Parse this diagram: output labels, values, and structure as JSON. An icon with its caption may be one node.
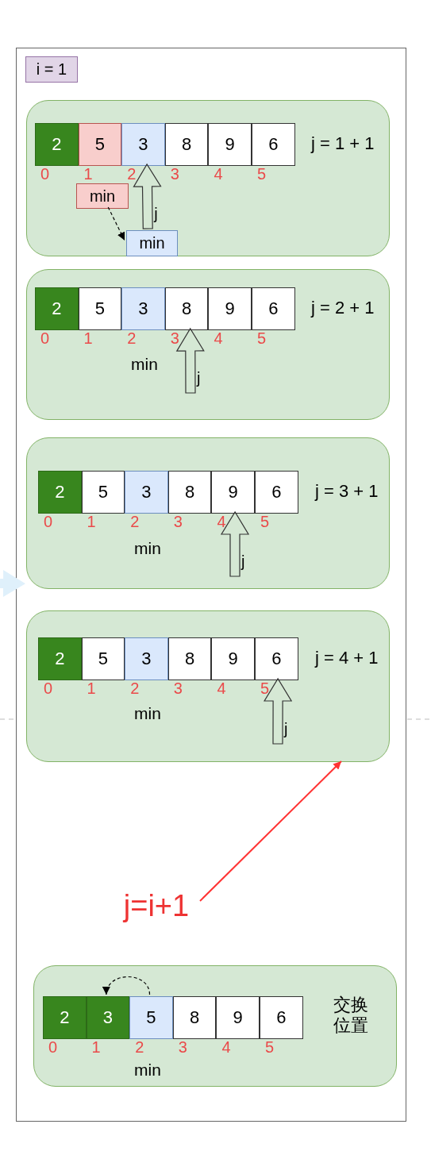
{
  "diagram": {
    "nodes": [
      {
        "text": [],
        "shape": "box"
      },
      {
        "text": [
          "i = 1"
        ],
        "in": 0
      },
      {
        "text": [
          "j = 1 + 1"
        ],
        "in": 0
      },
      {
        "text": [
          "2"
        ],
        "in": 2,
        "beside": [
          "0"
        ]
      },
      {
        "text": [
          "5"
        ],
        "in": 2,
        "beside": [
          "1"
        ]
      },
      {
        "text": [
          "3"
        ],
        "in": 2,
        "beside": [
          "2"
        ]
      },
      {
        "text": [
          "8"
        ],
        "in": 2,
        "beside": [
          "3"
        ]
      },
      {
        "text": [
          "9"
        ],
        "in": 2,
        "beside": [
          "4"
        ]
      },
      {
        "text": [
          "6"
        ],
        "in": 2,
        "beside": [
          "5"
        ]
      },
      {
        "text": [
          "min"
        ],
        "in": 2
      },
      {
        "text": [
          "min"
        ],
        "in": 2
      },
      {
        "text": [
          "j = 2 + 1",
          "min"
        ],
        "in": 0
      },
      {
        "text": [
          "2"
        ],
        "in": 11,
        "beside": [
          "0"
        ]
      },
      {
        "text": [
          "5"
        ],
        "in": 11,
        "beside": [
          "1"
        ]
      },
      {
        "text": [
          "3"
        ],
        "in": 11,
        "beside": [
          "2"
        ]
      },
      {
        "text": [
          "8"
        ],
        "in": 11,
        "beside": [
          "3"
        ]
      },
      {
        "text": [
          "9"
        ],
        "in": 11,
        "beside": [
          "4"
        ]
      },
      {
        "text": [
          "6"
        ],
        "in": 11,
        "beside": [
          "5"
        ]
      },
      {
        "text": [
          "j = 3 + 1",
          "min"
        ],
        "in": 0
      },
      {
        "text": [
          "2"
        ],
        "in": 18,
        "beside": [
          "0"
        ]
      },
      {
        "text": [
          "5"
        ],
        "in": 18,
        "beside": [
          "1"
        ]
      },
      {
        "text": [
          "3"
        ],
        "in": 18,
        "beside": [
          "2"
        ]
      },
      {
        "text": [
          "8"
        ],
        "in": 18,
        "beside": [
          "3"
        ]
      },
      {
        "text": [
          "9"
        ],
        "in": 18,
        "beside": [
          "4"
        ]
      },
      {
        "text": [
          "6"
        ],
        "in": 18,
        "beside": [
          "5"
        ]
      },
      {
        "text": [
          "j = 4 + 1",
          "min"
        ],
        "in": 0
      },
      {
        "text": [
          "2"
        ],
        "in": 25,
        "beside": [
          "0"
        ]
      },
      {
        "text": [
          "5"
        ],
        "in": 25,
        "beside": [
          "1"
        ]
      },
      {
        "text": [
          "3"
        ],
        "in": 25,
        "beside": [
          "2"
        ]
      },
      {
        "text": [
          "8"
        ],
        "in": 25,
        "beside": [
          "3"
        ]
      },
      {
        "text": [
          "9"
        ],
        "in": 25,
        "beside": [
          "4"
        ]
      },
      {
        "text": [
          "6"
        ],
        "in": 25,
        "beside": [
          "5"
        ]
      },
      {
        "text": [
          "j=i+1"
        ],
        "in": 0
      },
      {
        "text": [
          "交换位置",
          "min"
        ],
        "in": 0
      },
      {
        "text": [
          "2"
        ],
        "in": 33,
        "beside": [
          "0"
        ]
      },
      {
        "text": [
          "3"
        ],
        "in": 33,
        "beside": [
          "1"
        ]
      },
      {
        "text": [
          "5"
        ],
        "in": 33,
        "beside": [
          "2"
        ]
      },
      {
        "text": [
          "8"
        ],
        "in": 33,
        "beside": [
          "3"
        ]
      },
      {
        "text": [
          "9"
        ],
        "in": 33,
        "beside": [
          "4"
        ]
      },
      {
        "text": [
          "6"
        ],
        "in": 33,
        "beside": [
          "5"
        ]
      }
    ],
    "edges": [
      {
        "from": 9,
        "to": 10,
        "arrow": "to",
        "style": "dashed"
      },
      {
        "from": 10,
        "to": 5,
        "arrow": "to",
        "label": "j",
        "style": "thick"
      },
      {
        "from": null,
        "to": 15,
        "arrow": "to",
        "label": "j",
        "style": "thick"
      },
      {
        "from": null,
        "to": 23,
        "arrow": "to",
        "label": "j",
        "style": "thick"
      },
      {
        "from": null,
        "to": 31,
        "arrow": "to",
        "label": "j",
        "style": "thick"
      },
      {
        "from": 32,
        "to": 25,
        "arrow": "to",
        "color": "#ff3333"
      },
      {
        "from": 36,
        "to": 35,
        "arrow": "to",
        "style": "dashed"
      },
      {
        "from": null,
        "to": 18,
        "arrow": "to",
        "style": "thick",
        "color": "#dff0fb"
      }
    ]
  }
}
